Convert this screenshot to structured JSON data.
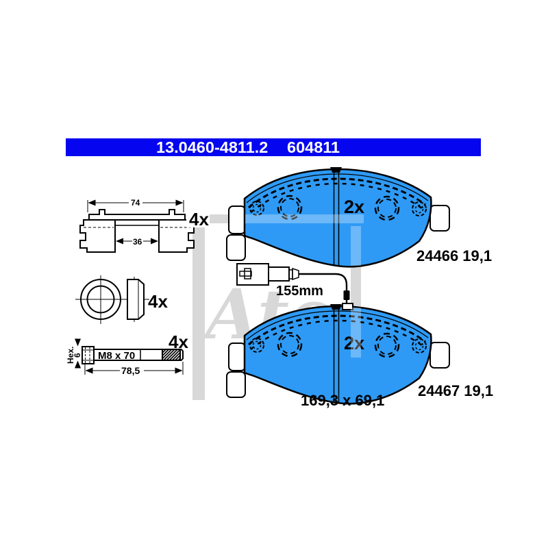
{
  "header": {
    "catalog_number": "13.0460-4811.2",
    "article_number": "604811"
  },
  "parts": {
    "clip": {
      "qty_label": "4x",
      "dim_outer": "74",
      "dim_inner": "36"
    },
    "ring": {
      "qty_label": "4x"
    },
    "bolt": {
      "qty_label": "4x",
      "spec": "M8 x 70",
      "hex_label": "Hex.",
      "hex_size": "6",
      "length": "78,5"
    },
    "sensor": {
      "cable_length": "155mm"
    },
    "pad_top": {
      "qty_label": "2x",
      "part_label": "24466 19,1"
    },
    "pad_bottom": {
      "qty_label": "2x",
      "part_label": "24467 19,1",
      "dimensions": "169,3 x 69,1"
    }
  },
  "watermark": {
    "text": "Ate",
    "registered": "®"
  },
  "colors": {
    "header_blue": "#0505f0",
    "pad_blue": "#2e9af5",
    "watermark_gray": "#d8d8d8",
    "header_text": "#ffffff",
    "line_black": "#000000"
  }
}
